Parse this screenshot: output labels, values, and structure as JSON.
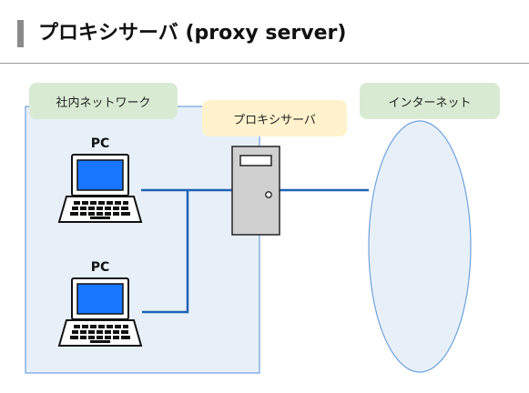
{
  "header": {
    "title": "プロキシサーバ (proxy server)"
  },
  "diagram": {
    "lan_label": "社内ネットワーク",
    "proxy_label": "プロキシサーバ",
    "internet_label": "インターネット",
    "pcs": [
      {
        "label": "PC"
      },
      {
        "label": "PC"
      }
    ]
  },
  "colors": {
    "lan_fill": "#e7f0f9",
    "lan_border": "#6fa1dc",
    "label_green": "#d9ead3",
    "label_yellow": "#fff2cc",
    "line_blue": "#1f62b5",
    "screen_blue": "#1976ff"
  }
}
